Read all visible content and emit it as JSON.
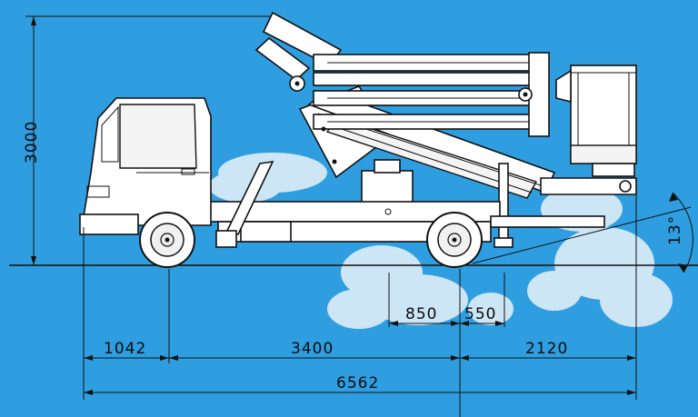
{
  "colors": {
    "sky": "#2f9ee0",
    "cloud": "#e8f3fb",
    "line": "#111111",
    "vehicle": "#ffffff"
  },
  "dimensions": {
    "height_total": "3000",
    "front_overhang": "1042",
    "wheelbase": "3400",
    "rear_overhang": "2120",
    "overall_length": "6562",
    "outrigger_front": "850",
    "outrigger_rear": "550",
    "tilt_angle": "13°"
  }
}
